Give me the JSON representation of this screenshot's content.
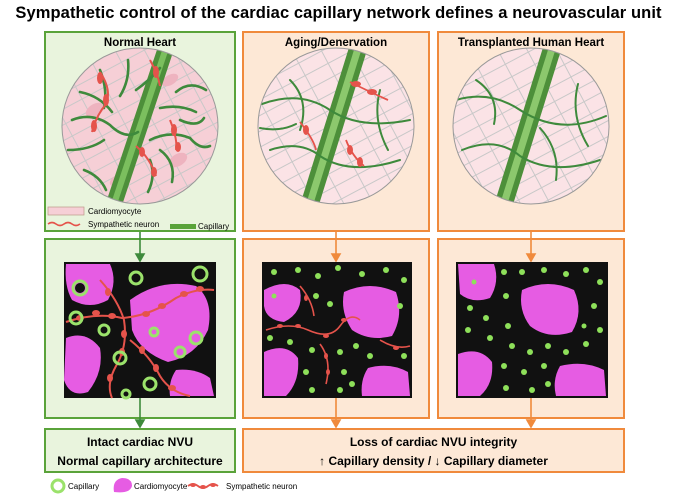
{
  "title": "Sympathetic control of the cardiac capillary network defines a neurovascular unit",
  "panels": [
    {
      "title": "Normal Heart"
    },
    {
      "title": "Aging/Denervation"
    },
    {
      "title": "Transplanted Human Heart"
    }
  ],
  "inset_legend": {
    "cardiomyocyte": "Cardiomyocyte",
    "sympathetic_neuron": "Sympathetic neuron",
    "capillary": "Capillary"
  },
  "conclusions": {
    "normal_line1": "Intact cardiac NVU",
    "normal_line2": "Normal capillary architecture",
    "loss_line1": "Loss of cardiac NVU integrity",
    "loss_line2": "↑ Capillary density / ↓ Capillary diameter"
  },
  "bottom_legend": {
    "capillary": "Capillary",
    "cardiomyocyte": "Cardiomyocyte",
    "sympathetic_neuron": "Sympathetic neuron"
  },
  "colors": {
    "green_border": "#5aa33a",
    "green_fill": "#e9f4dd",
    "orange_border": "#f08a3c",
    "orange_fill": "#fde8d6",
    "nerve": "#e5534b",
    "capillary_green": "#62b33f",
    "cardiomyocyte_pink": "#e65ce3"
  }
}
